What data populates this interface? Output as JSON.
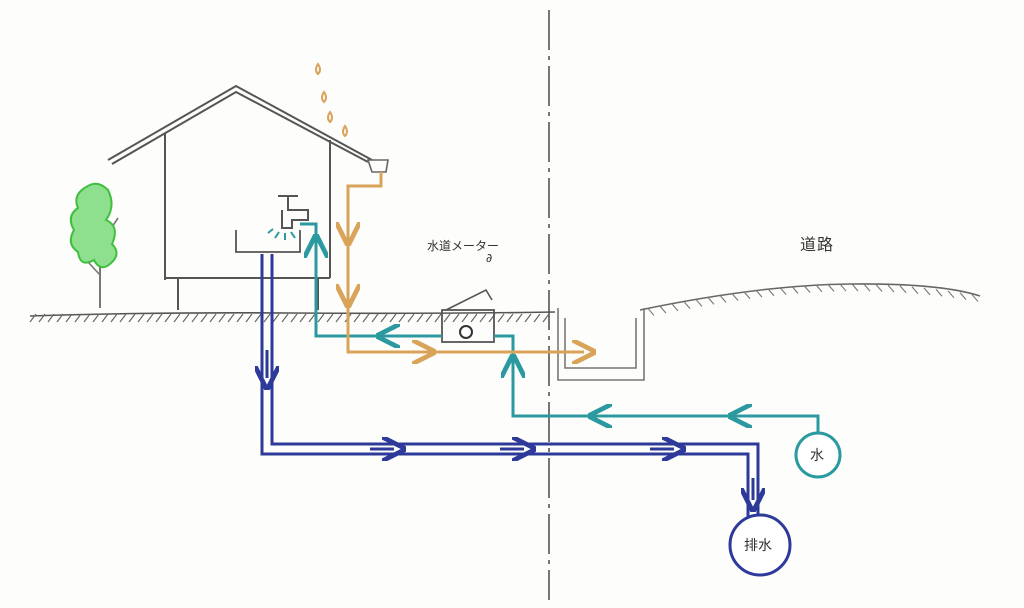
{
  "labels": {
    "water_meter": "水道メーター",
    "water_meter_marker": "∂",
    "road": "道路",
    "water_main": "水",
    "drain": "排水"
  },
  "colors": {
    "paper": "#fdfdfb",
    "pencil": "#555555",
    "ground_hatch": "#666666",
    "water_supply": "#2a9aa0",
    "drainage": "#2d3a9a",
    "rainwater": "#d9a35a",
    "tree_foliage": "#4fcf4f"
  },
  "icons": {
    "faucet": "faucet-icon",
    "rain": "raindrop-icon",
    "tree": "tree-icon"
  }
}
